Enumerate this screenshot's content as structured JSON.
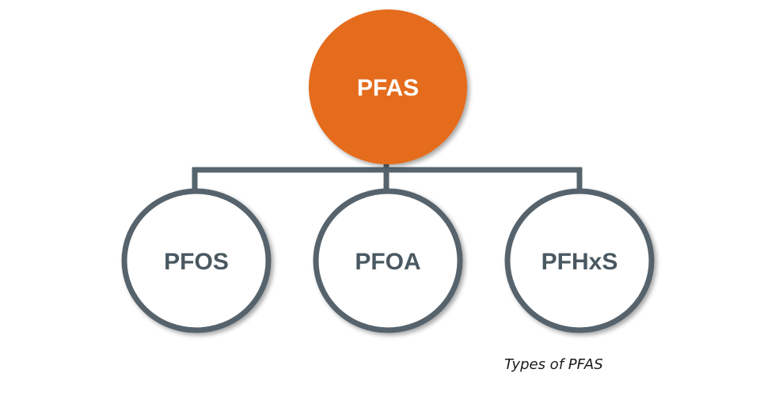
{
  "colors": {
    "root_fill": "#E46C1E",
    "connector": "#56646D",
    "child_stroke": "#56646D",
    "child_fill": "#ffffff",
    "root_text": "#ffffff",
    "child_text": "#4A5861"
  },
  "root": {
    "label": "PFAS"
  },
  "children": [
    {
      "label": "PFOS"
    },
    {
      "label": "PFOA"
    },
    {
      "label": "PFHxS"
    }
  ],
  "caption": "Types of PFAS"
}
